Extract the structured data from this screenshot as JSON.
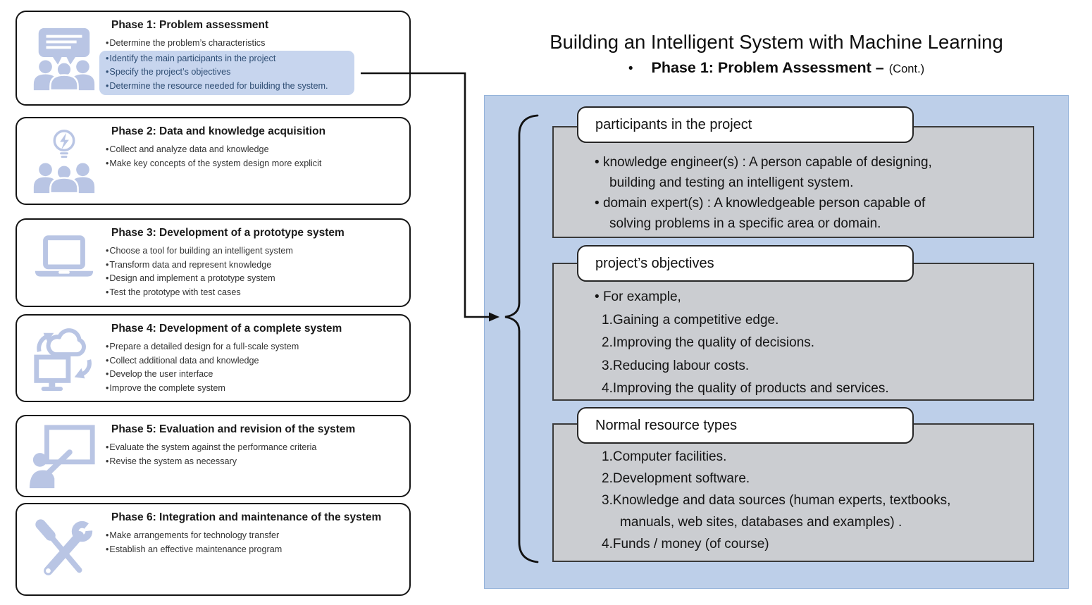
{
  "slide": {
    "title": "Building an Intelligent System with Machine Learning",
    "subtitle": {
      "bullet": "•",
      "main": "Phase 1: Problem Assessment –",
      "cont": "(Cont.)"
    }
  },
  "phases": [
    {
      "title": "Phase 1: Problem assessment",
      "icon": "discussion-people-icon",
      "bullets": [
        "Determine the problem’s characteristics"
      ],
      "highlighted_bullets": [
        "Identify the main participants in the project",
        "Specify the project’s objectives",
        "Determine the resource needed for building the system."
      ]
    },
    {
      "title": "Phase 2: Data and knowledge acquisition",
      "icon": "idea-people-icon",
      "bullets": [
        "Collect and analyze data and knowledge",
        "Make key concepts of the system design more explicit"
      ]
    },
    {
      "title": "Phase 3: Development of a prototype system",
      "icon": "laptop-icon",
      "bullets": [
        "Choose a tool for building an intelligent system",
        "Transform data and represent knowledge",
        "Design and implement a prototype system",
        "Test the prototype with test cases"
      ]
    },
    {
      "title": "Phase 4: Development of a complete system",
      "icon": "cloud-sync-icon",
      "bullets": [
        "Prepare a detailed design for a full-scale system",
        "Collect additional data and knowledge",
        "Develop the user interface",
        "Improve the complete system"
      ]
    },
    {
      "title": "Phase 5: Evaluation and revision of the system",
      "icon": "presentation-icon",
      "bullets": [
        "Evaluate the system against the performance criteria",
        "Revise the system as necessary"
      ]
    },
    {
      "title": "Phase 6: Integration and maintenance of the system",
      "icon": "tools-icon",
      "bullets": [
        "Make arrangements for technology transfer",
        "Establish an effective maintenance program"
      ]
    }
  ],
  "detail_panel": {
    "sections": [
      {
        "label": "participants in the project",
        "bullets": [
          "knowledge engineer(s) : A person capable of designing, building and testing an intelligent system.",
          "domain expert(s) : A knowledgeable person capable of solving problems in a specific area or domain."
        ]
      },
      {
        "label": "project’s objectives",
        "lead_bullet": "For example,",
        "numbered": [
          "1.Gaining a competitive edge.",
          "2.Improving the quality of decisions.",
          "3.Reducing labour costs.",
          "4.Improving the quality of products and services."
        ]
      },
      {
        "label": "Normal resource types",
        "numbered": [
          "1.Computer facilities.",
          "2.Development software.",
          "3.Knowledge and data sources (human experts, textbooks, manuals, web sites, databases and examples) .",
          "4.Funds / money (of course)"
        ]
      }
    ]
  },
  "colors": {
    "accent_periwinkle": "#b9c5e4",
    "highlight_fill": "#c7d5ee",
    "highlight_text": "#2f4e74",
    "panel_blue": "#bdcfe9",
    "panel_border": "#95b3da",
    "box_gray": "#cbcdd1",
    "box_border": "#3a3a3a",
    "line_black": "#111111"
  }
}
